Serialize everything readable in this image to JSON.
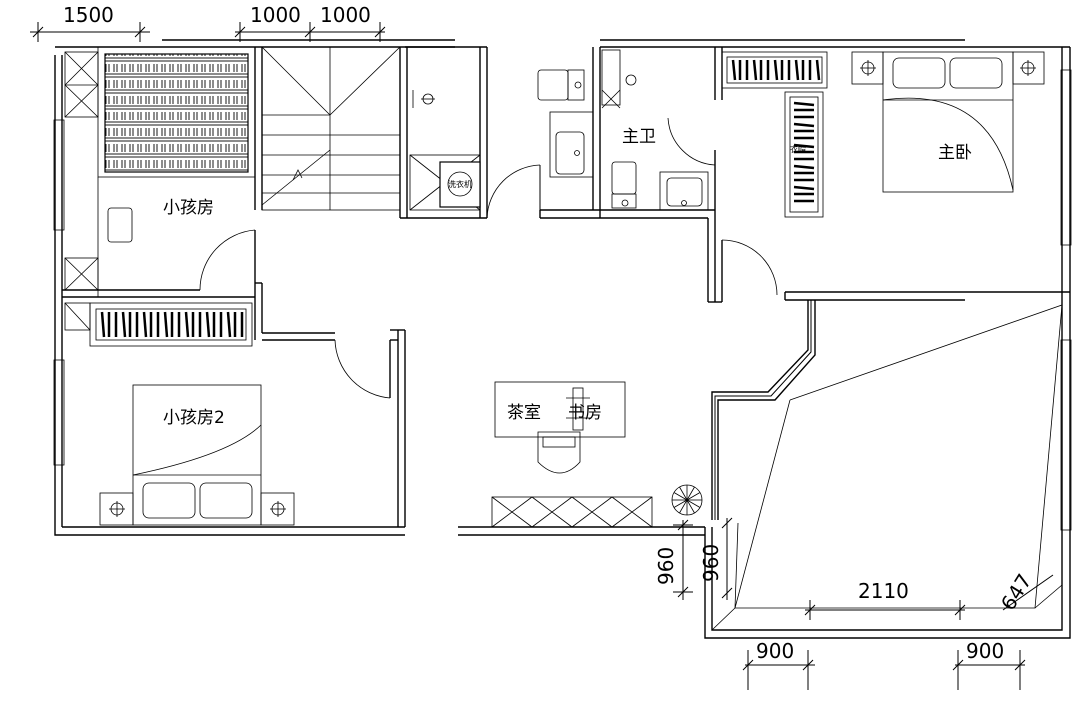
{
  "rooms": {
    "kids_room": "小孩房",
    "kids_room_2": "小孩房2",
    "master_bath": "主卫",
    "master_bedroom": "主卧",
    "tea_room": "茶室",
    "study": "书房",
    "cloakroom_tag": "衣帽",
    "laundry_tag": "洗衣机"
  },
  "dimensions": {
    "top_left": "1500",
    "top_mid_1": "1000",
    "top_mid_2": "1000",
    "side_1": "960",
    "side_2": "960",
    "balcony_width": "2110",
    "corner_diag": "647",
    "bottom_left": "900",
    "bottom_right": "900"
  }
}
